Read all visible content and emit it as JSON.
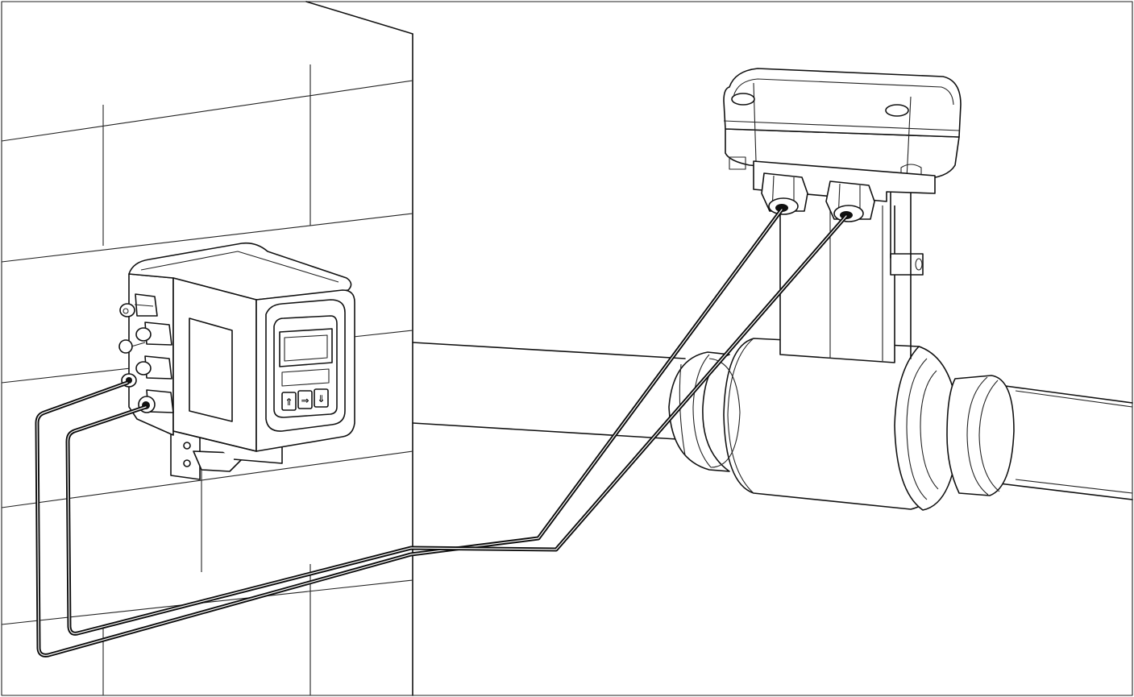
{
  "diagram": {
    "components": [
      {
        "id": "wall",
        "icon": "brick-wall"
      },
      {
        "id": "pipe",
        "icon": "process-pipe"
      },
      {
        "id": "remote-transmitter",
        "icon": "transmitter-housing"
      },
      {
        "id": "flow-sensor",
        "icon": "flow-sensor"
      }
    ],
    "keypad": {
      "keys": [
        {
          "name": "up-key",
          "glyph": "⇑"
        },
        {
          "name": "enter-key",
          "glyph": "⇒"
        },
        {
          "name": "down-key",
          "glyph": "⇓"
        }
      ]
    },
    "cables": [
      {
        "id": "cable-1",
        "from": "remote-transmitter",
        "to": "flow-sensor"
      },
      {
        "id": "cable-2",
        "from": "remote-transmitter",
        "to": "flow-sensor"
      }
    ],
    "colors": {
      "line": "#111111",
      "background": "#ffffff",
      "cable": "#0d0d0d"
    }
  }
}
